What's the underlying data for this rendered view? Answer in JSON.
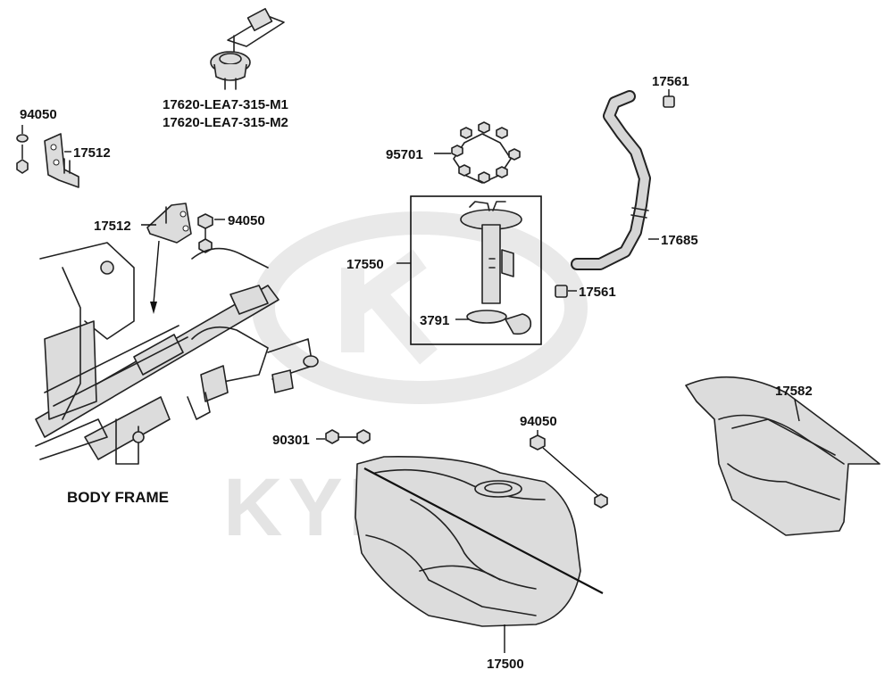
{
  "watermark": {
    "text": "KYMCO"
  },
  "labels": {
    "p94050_top": "94050",
    "p17512_top": "17512",
    "p17620_m1": "17620-LEA7-315-M1",
    "p17620_m2": "17620-LEA7-315-M2",
    "p17512_mid": "17512",
    "p94050_mid": "94050",
    "p95701": "95701",
    "p17550": "17550",
    "p3791": "3791",
    "p17561_top": "17561",
    "p17685": "17685",
    "p17561_bot": "17561",
    "p17582": "17582",
    "p90301": "90301",
    "p94050_bot": "94050",
    "p17500": "17500",
    "body_frame": "BODY FRAME"
  }
}
